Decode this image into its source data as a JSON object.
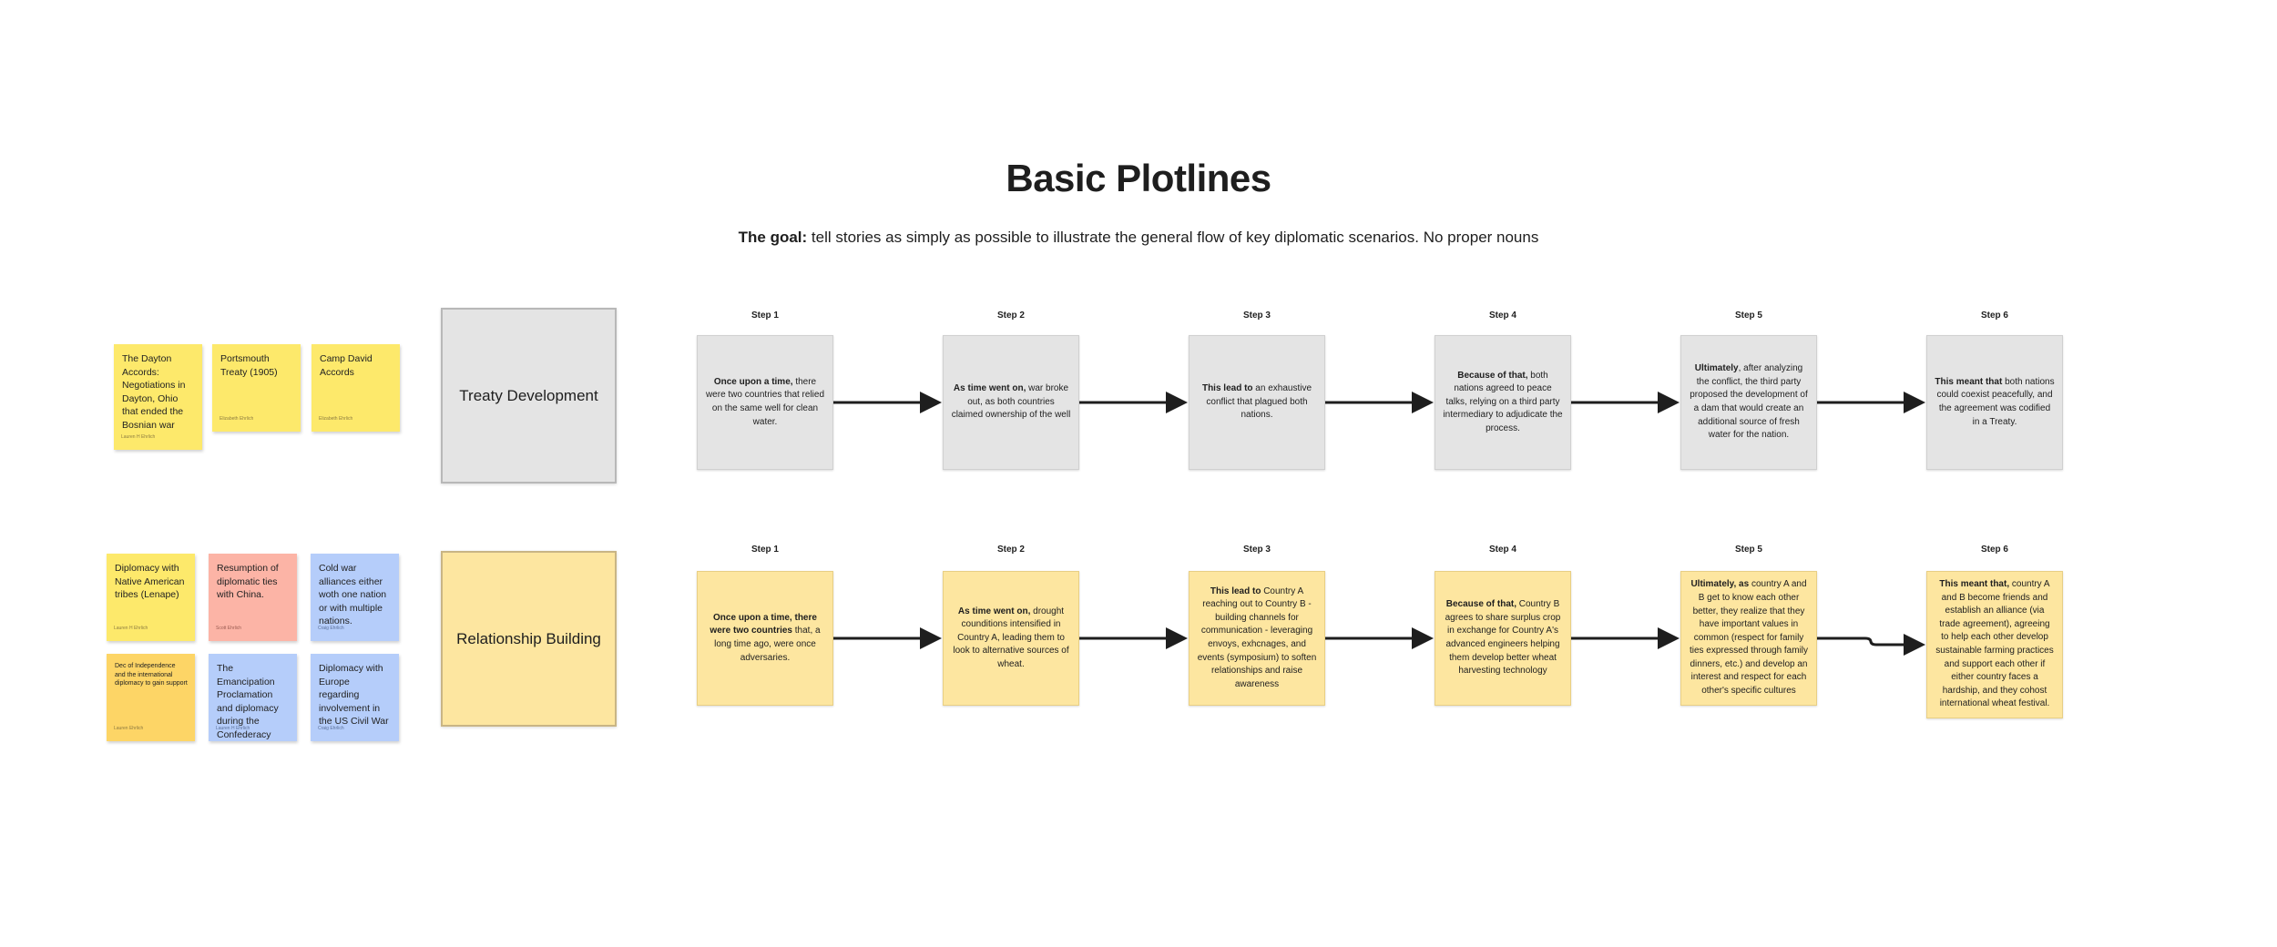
{
  "page": {
    "title": "Basic Plotlines",
    "goal_bold": "The goal:",
    "goal_text": " tell stories as simply as possible to illustrate the general flow of key diplomatic scenarios. No proper nouns"
  },
  "colors": {
    "sticky_yellow": "#fde96b",
    "sticky_dark_yellow": "#fdd566",
    "sticky_red": "#fcb4a6",
    "sticky_blue": "#b5cdfa",
    "card_grey": "#e4e4e4",
    "card_yellow": "#fde6a0",
    "arrow": "#1e1e1e"
  },
  "treaty_stickies": [
    {
      "text": "The Dayton Accords: Negotiations in Dayton, Ohio that ended the Bosnian war",
      "author": "Lauren H Ehrlich"
    },
    {
      "text": "Portsmouth Treaty (1905)",
      "author": "Elizabeth Ehrlich"
    },
    {
      "text": "Camp David Accords",
      "author": "Elizabeth Ehrlich"
    }
  ],
  "relationship_stickies": [
    {
      "text": "Diplomacy with Native American tribes (Lenape)",
      "author": "Lauren H Ehrlich"
    },
    {
      "text": "Resumption of diplomatic ties with China.",
      "author": "Scott Ehrlich"
    },
    {
      "text": "Cold war alliances either woth one nation or with multiple nations.",
      "author": "Craig Ehrlich"
    },
    {
      "text": "Dec of Independence and the international diplomacy to gain support",
      "author": "Lauren Ehrlich"
    },
    {
      "text": "The Emancipation Proclamation and diplomacy during the Confederacy",
      "author": "Lauren H Ehrlich"
    },
    {
      "text": "Diplomacy with Europe regarding involvement in the US Civil War",
      "author": "Craig Ehrlich"
    }
  ],
  "categories": {
    "treaty": "Treaty Development",
    "relationship": "Relationship Building"
  },
  "treaty_steps": [
    {
      "label": "Step 1",
      "bold": "Once upon a time,",
      "rest": " there were two countries that relied on the same well for clean water."
    },
    {
      "label": "Step 2",
      "bold": "As time went on,",
      "rest": " war broke out, as both countries claimed ownership of the well"
    },
    {
      "label": "Step 3",
      "bold": "This lead to",
      "rest": " an exhaustive conflict that plagued both nations."
    },
    {
      "label": "Step 4",
      "bold": "Because of that,",
      "rest": " both nations agreed to peace talks, relying on a third party intermediary to adjudicate the process."
    },
    {
      "label": "Step 5",
      "bold": "Ultimately",
      "rest": ", after analyzing the conflict, the third party proposed the development of a dam that would create an additional source of fresh water for the nation."
    },
    {
      "label": "Step 6",
      "bold": "This meant that",
      "rest": " both nations could coexist peacefully, and the agreement was codified in a Treaty."
    }
  ],
  "relationship_steps": [
    {
      "label": "Step 1",
      "bold": "Once upon a time, there were two countries",
      "rest": " that, a long time ago, were once adversaries."
    },
    {
      "label": "Step 2",
      "bold": "As time went on,",
      "rest": " drought counditions intensified in Country A, leading them to look to alternative sources of wheat."
    },
    {
      "label": "Step 3",
      "bold": "This lead to",
      "rest": " Country A reaching out to Country B - building channels for communication - leveraging envoys, exhcnages, and events (symposium) to soften relationships and raise awareness"
    },
    {
      "label": "Step 4",
      "bold": "Because of that,",
      "rest": " Country B agrees to share surplus crop in exchange for Country A's advanced engineers helping them develop better wheat harvesting technology"
    },
    {
      "label": "Step 5",
      "bold": "Ultimately, as",
      "rest": " country A and B get to know each other better, they realize that they have important values in common (respect for family ties expressed through family dinners, etc.) and develop an interest and respect for each other's specific cultures"
    },
    {
      "label": "Step 6",
      "bold": "This meant that,",
      "rest": "  country A and B become friends and establish an alliance (via trade agreement), agreeing to help each other develop sustainable farming practices and support each other if either country faces a hardship, and they cohost international wheat festival."
    }
  ]
}
